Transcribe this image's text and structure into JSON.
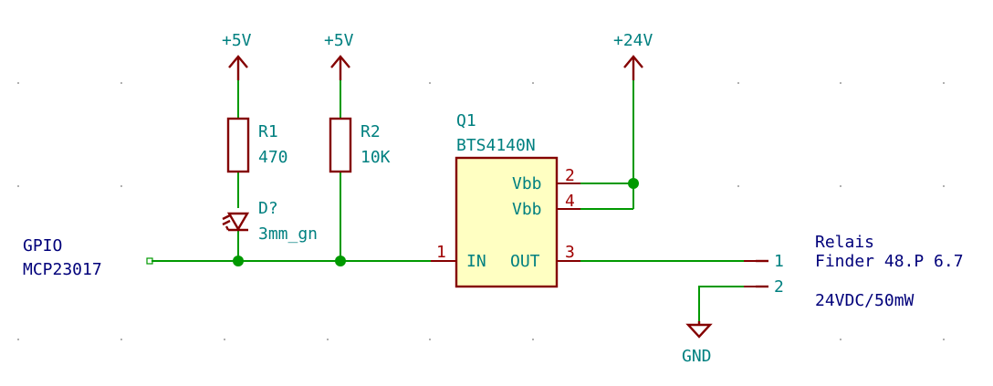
{
  "power": {
    "r1_supply": "+5V",
    "r2_supply": "+5V",
    "q1_supply": "+24V",
    "ground": "GND"
  },
  "components": {
    "r1": {
      "ref": "R1",
      "value": "470"
    },
    "r2": {
      "ref": "R2",
      "value": "10K"
    },
    "led": {
      "ref": "D?",
      "value": "3mm_gn"
    },
    "q1": {
      "ref": "Q1",
      "value": "BTS4140N",
      "pins": [
        {
          "name": "Vbb",
          "number": "2"
        },
        {
          "name": "Vbb",
          "number": "4"
        },
        {
          "name": "IN",
          "number": "1"
        },
        {
          "name": "OUT",
          "number": "3"
        }
      ]
    },
    "relay": {
      "pin1": "1",
      "pin2": "2",
      "label_line1": "Relais",
      "label_line2": "Finder 48.P 6.7",
      "label_line3": "24VDC/50mW"
    }
  },
  "labels": {
    "gpio_line1": "GPIO",
    "gpio_line2": "MCP23017"
  },
  "colors": {
    "wire": "#009900",
    "component": "#840000",
    "component_fill": "#ffffc2",
    "reference_text": "#008080",
    "pin_number": "#a00000",
    "annotation_text": "#00007a"
  }
}
